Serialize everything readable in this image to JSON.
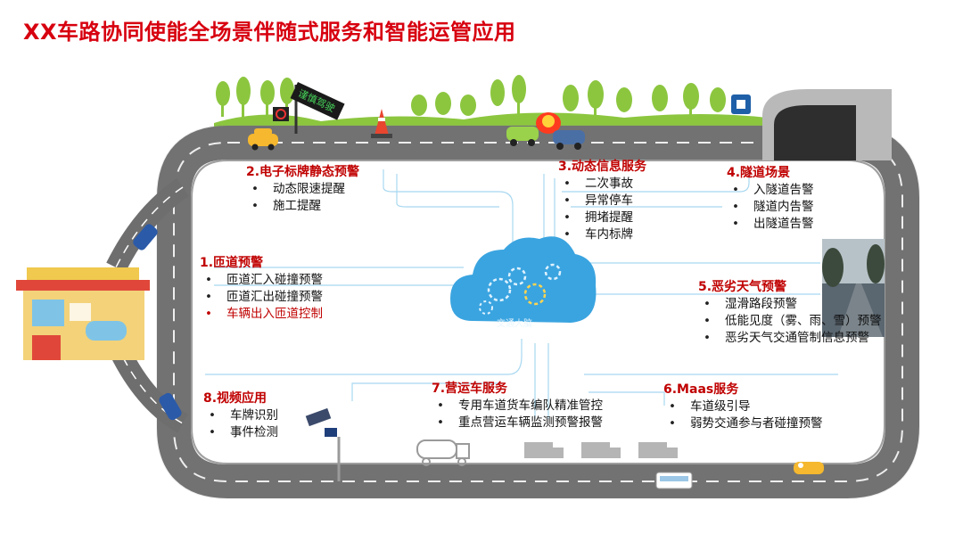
{
  "title": "XX车路协同使能全场景伴随式服务和智能运管应用",
  "hub": {
    "label": "交通大脑"
  },
  "sign_text": "谨慎驾驶",
  "services": [
    {
      "heading": "1.匝道预警",
      "items": [
        "匝道汇入碰撞预警",
        "匝道汇出碰撞预警",
        "车辆出入匝道控制"
      ]
    },
    {
      "heading": "2.电子标牌静态预警",
      "items": [
        "动态限速提醒",
        "施工提醒"
      ]
    },
    {
      "heading": "3.动态信息服务",
      "items": [
        "二次事故",
        "异常停车",
        "拥堵提醒",
        "车内标牌"
      ]
    },
    {
      "heading": "4.隧道场景",
      "items": [
        "入隧道告警",
        "隧道内告警",
        "出隧道告警"
      ]
    },
    {
      "heading": "5.恶劣天气预警",
      "items": [
        "湿滑路段预警",
        "低能见度（雾、雨、雪）预警",
        "恶劣天气交通管制信息预警"
      ]
    },
    {
      "heading": "6.Maas服务",
      "items": [
        "车道级引导",
        "弱势交通参与者碰撞预警"
      ]
    },
    {
      "heading": "7.营运车服务",
      "items": [
        "专用车道货车编队精准管控",
        "重点营运车辆监测预警报警"
      ]
    },
    {
      "heading": "8.视频应用",
      "items": [
        "车牌识别",
        "事件检测"
      ]
    }
  ],
  "colors": {
    "title": "#d7000f",
    "heading": "#c00000",
    "road": "#6e6e6e",
    "hub": "#3aa4e0",
    "link": "#a8d8f0"
  }
}
